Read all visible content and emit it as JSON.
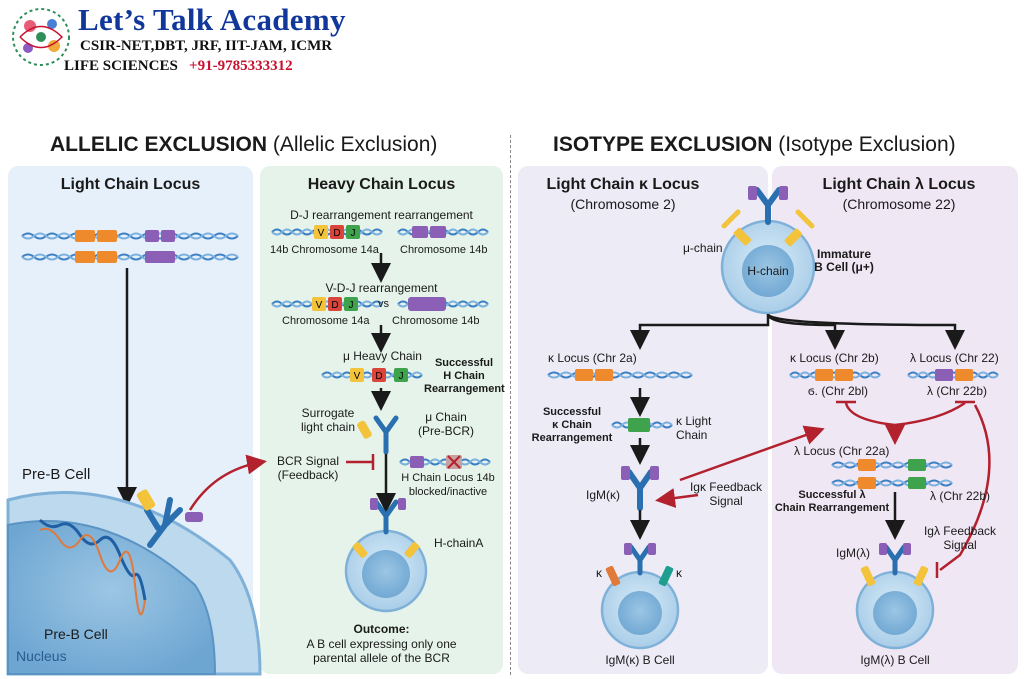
{
  "brand": {
    "name": "Let’s Talk Academy",
    "tagline": "CSIR-NET,DBT, JRF, IIT-JAM, ICMR",
    "subject": "LIFE SCIENCES",
    "phone": "+91-9785333312"
  },
  "allelic": {
    "title": "ALLELIC EXCLUSION",
    "title_paren": "(Allelic Exclusion)",
    "light_panel": {
      "title": "Light Chain Locus",
      "pre_b_cell_label": "Pre-B Cell",
      "pre_b_cell_inner": "Pre-B Cell",
      "nucleus": "Nucleus"
    },
    "heavy_panel": {
      "title": "Heavy Chain Locus",
      "dj_label": "D-J rearrangement rearrangement",
      "chr_14b_left": "14b Chromosome 14a",
      "chr_14b_right": "Chromosome 14b",
      "vdj_label": "V-D-J rearrangement",
      "chr_14a": "Chromosome 14a",
      "vs": "vs",
      "chr_14b": "Chromosome 14b",
      "mu_heavy": "μ Heavy Chain",
      "successful": "Successful\nH Chain\nRearrangement",
      "surrogate": "Surrogate\nlight chain",
      "mu_chain": "μ Chain\n(Pre-BCR)",
      "bcr_signal": "BCR Signal\n(Feedback)",
      "blocked": "H Chain Locus 14b\nblocked/inactive",
      "h_chain_a": "H-chainA",
      "outcome_title": "Outcome:",
      "outcome_text": "A B cell expressing only one\nparental allele of the BCR",
      "gene_v": "V",
      "gene_d": "D",
      "gene_j": "J"
    }
  },
  "isotype": {
    "title": "ISOTYPE EXCLUSION",
    "title_paren": "(Isotype Exclusion)",
    "kappa_panel": {
      "title": "Light Chain κ Locus",
      "subtitle": "(Chromosome 2)",
      "mu_chain": "μ-chain",
      "h_chain": "H-chain",
      "immature": "Immature\nB Cell (μ+)",
      "kappa_locus": "κ Locus (Chr 2a)",
      "successful_kappa": "Successful\nκ Chain\nRearrangement",
      "kappa_light": "κ Light\nChain",
      "igm_k": "IgM(κ)",
      "igk_feedback": "Igκ Feedback\nSignal",
      "k_left": "κ",
      "k_right": "κ",
      "igm_k_cell": "IgM(κ) B Cell"
    },
    "lambda_panel": {
      "title": "Light Chain λ Locus",
      "subtitle": "(Chromosome 22)",
      "kappa_2b": "κ Locus (Chr 2b)",
      "kappa_2bl": "ϭ. (Chr 2bl)",
      "lambda_22": "λ Locus (Chr 22)",
      "lambda_22b_top": "λ (Chr 22b)",
      "lambda_22a": "λ Locus (Chr 22a)",
      "lambda_22b": "λ (Chr 22b)",
      "successful_lambda": "Successful λ\nChain Rearrangement",
      "igm_l": "IgM(λ)",
      "igl_feedback": "Igλ Feedback\nSignal",
      "igm_l_cell": "IgM(λ) B Cell"
    }
  },
  "colors": {
    "light_panel_bg": "#e6f0fa",
    "heavy_panel_bg": "#e5f3ea",
    "kappa_panel_bg": "#ecebf6",
    "lambda_panel_bg": "#efe7f4",
    "brand_blue": "#12379a",
    "feedback_red": "#b3202e",
    "gene_orange": "#ef8a2c",
    "gene_purple": "#8a5fb5",
    "gene_green": "#3fa34d",
    "gene_red": "#d9453b",
    "gene_yellow": "#f3c33c"
  }
}
